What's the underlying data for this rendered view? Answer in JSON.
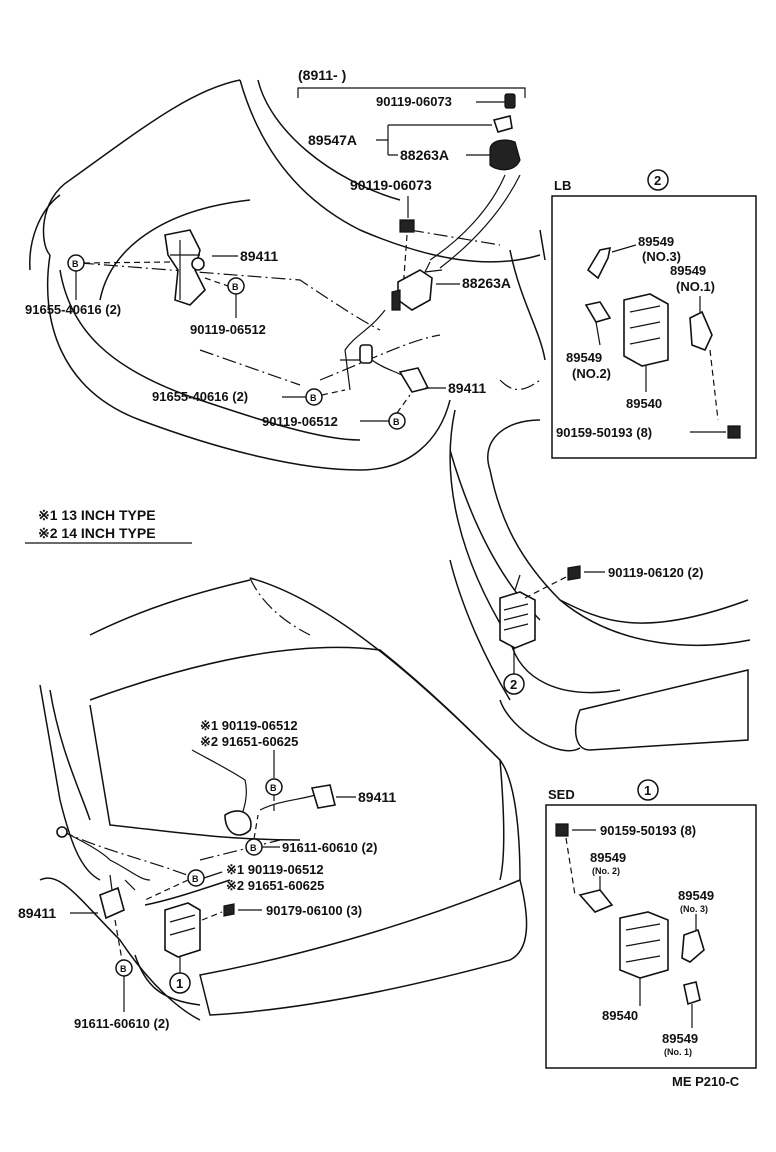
{
  "labels": {
    "range": "(8911-        )",
    "p_90119_06073_a": "90119-06073",
    "p_89547A": "89547A",
    "p_88263A_a": "88263A",
    "p_90119_06073_b": "90119-06073",
    "p_89411_a": "89411",
    "p_91655_40616_a": "91655-40616 (2)",
    "p_90119_06512_a": "90119-06512",
    "p_88263A_b": "88263A",
    "p_91655_40616_b": "91655-40616 (2)",
    "p_90119_06512_b": "90119-06512",
    "p_89411_b": "89411",
    "legend_1": "※1 13 INCH TYPE",
    "legend_2": "※2 14 INCH TYPE",
    "p_90119_06120": "90119-06120 (2)",
    "lb_title": "LB",
    "lb_89549_no3": "89549",
    "lb_no3": "(NO.3)",
    "lb_89549_no1": "89549",
    "lb_no1": "(NO.1)",
    "lb_89549_no2": "89549",
    "lb_no2": "(NO.2)",
    "lb_89540": "89540",
    "lb_90159": "90159-50193 (8)",
    "sed_title": "SED",
    "sed_90159": "90159-50193 (8)",
    "sed_89549_no2": "89549",
    "sed_no2": "(No. 2)",
    "sed_89549_no3": "89549",
    "sed_no3": "(No. 3)",
    "sed_89540": "89540",
    "sed_89549_no1": "89549",
    "sed_no1": "(No. 1)",
    "s1_90119_06512": "※1 90119-06512",
    "s2_91651_60625": "※2 91651-60625",
    "p_89411_c": "89411",
    "p_91611_60610_a": "91611-60610 (2)",
    "s1_90119_06512_b": "※1 90119-06512",
    "s2_91651_60625_b": "※2 91651-60625",
    "p_89411_d": "89411",
    "p_90179_06100": "90179-06100 (3)",
    "p_91611_60610_b": "91611-60610 (2)",
    "code": "ME P210-C",
    "circle_1": "1",
    "circle_2": "2",
    "circle_B": "B"
  }
}
